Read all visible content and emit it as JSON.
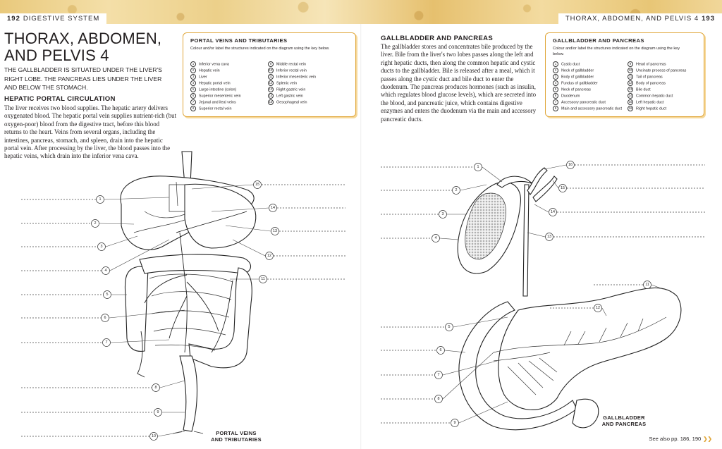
{
  "header": {
    "left_page_number": "192",
    "left_section": "DIGESTIVE SYSTEM",
    "right_section": "THORAX, ABDOMEN, AND PELVIS 4",
    "right_page_number": "193"
  },
  "left": {
    "title_line1": "THORAX, ABDOMEN,",
    "title_line2": "AND PELVIS 4",
    "intro": "The gallbladder is situated under the liver's right lobe. The pancreas lies under the liver and below the stomach.",
    "heading": "HEPATIC PORTAL CIRCULATION",
    "paragraph": "The liver receives two blood supplies. The hepatic artery delivers oxygenated blood. The hepatic portal vein supplies nutrient-rich (but oxygen-poor) blood from the digestive tract, before this blood returns to the heart. Veins from several organs, including the intestines, pancreas, stomach, and spleen, drain into the hepatic portal vein. After processing by the liver, the blood passes into the hepatic veins, which drain into the inferior vena cava.",
    "key": {
      "heading": "PORTAL VEINS AND TRIBUTARIES",
      "instruction": "Colour and/or label the structures indicated on the diagram using the key below.",
      "col1": [
        {
          "n": "1",
          "label": "Inferior vena cava"
        },
        {
          "n": "2",
          "label": "Hepatic vein"
        },
        {
          "n": "3",
          "label": "Liver"
        },
        {
          "n": "4",
          "label": "Hepatic portal vein"
        },
        {
          "n": "5",
          "label": "Large intestine (colon)"
        },
        {
          "n": "6",
          "label": "Superior mesenteric vein"
        },
        {
          "n": "7",
          "label": "Jejunal and ileal veins"
        },
        {
          "n": "8",
          "label": "Superior rectal vein"
        }
      ],
      "col2": [
        {
          "n": "9",
          "label": "Middle rectal vein"
        },
        {
          "n": "10",
          "label": "Inferior rectal vein"
        },
        {
          "n": "11",
          "label": "Inferior mesenteric vein"
        },
        {
          "n": "12",
          "label": "Splenic vein"
        },
        {
          "n": "13",
          "label": "Right gastric vein"
        },
        {
          "n": "14",
          "label": "Left gastric vein"
        },
        {
          "n": "15",
          "label": "Oesophageal vein"
        }
      ]
    },
    "caption_line1": "PORTAL VEINS",
    "caption_line2": "AND TRIBUTARIES"
  },
  "right": {
    "heading": "GALLBLADDER AND PANCREAS",
    "paragraph": "The gallbladder stores and concentrates bile produced by the liver. Bile from the liver's two lobes passes along the left and right hepatic ducts, then along the common hepatic and cystic ducts to the gallbladder. Bile is released after a meal, which it passes along the cystic duct and bile duct to enter the duodenum. The pancreas produces hormones (such as insulin, which regulates blood glucose levels), which are secreted into the blood, and pancreatic juice, which contains digestive enzymes and enters the duodenum via the main and accessory pancreatic ducts.",
    "key": {
      "heading": "GALLBLADDER AND PANCREAS",
      "instruction": "Colour and/or label the structures indicated on the diagram using the key below.",
      "col1": [
        {
          "n": "1",
          "label": "Cystic duct"
        },
        {
          "n": "2",
          "label": "Neck of gallbladder"
        },
        {
          "n": "3",
          "label": "Body of gallbladder"
        },
        {
          "n": "4",
          "label": "Fundus of gallbladder"
        },
        {
          "n": "5",
          "label": "Neck of pancreas"
        },
        {
          "n": "6",
          "label": "Duodenum"
        },
        {
          "n": "7",
          "label": "Accessory pancreatic duct"
        },
        {
          "n": "8",
          "label": "Main and accessory pancreatic duct"
        }
      ],
      "col2": [
        {
          "n": "9",
          "label": "Head of pancreas"
        },
        {
          "n": "10",
          "label": "Uncinate process of pancreas"
        },
        {
          "n": "11",
          "label": "Tail of pancreas"
        },
        {
          "n": "12",
          "label": "Body of pancreas"
        },
        {
          "n": "13",
          "label": "Bile duct"
        },
        {
          "n": "14",
          "label": "Common hepatic duct"
        },
        {
          "n": "15",
          "label": "Left hepatic duct"
        },
        {
          "n": "16",
          "label": "Right hepatic duct"
        }
      ]
    },
    "caption_line1": "GALLBLADDER",
    "caption_line2": "AND PANCREAS",
    "see_also": "See also pp. 186, 190",
    "see_also_arrow": "❯❯"
  },
  "callouts": {
    "left": [
      "1",
      "2",
      "3",
      "4",
      "5",
      "6",
      "7",
      "8",
      "9",
      "10",
      "11",
      "12",
      "13",
      "14",
      "15"
    ],
    "right": [
      "1",
      "2",
      "3",
      "4",
      "5",
      "6",
      "7",
      "8",
      "9",
      "10",
      "11",
      "12",
      "13",
      "14",
      "15",
      "16"
    ]
  },
  "colors": {
    "accent": "#e0a73a",
    "header_band": "#ecd08a"
  }
}
